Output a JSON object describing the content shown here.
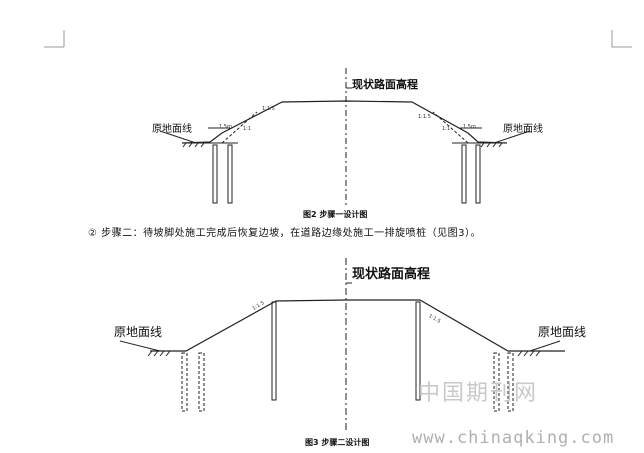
{
  "figure1": {
    "road_label": "现状路面高程",
    "ground_left": "原地面线",
    "ground_right": "原地面线",
    "slope_left": "1:1.5",
    "slope_right": "1:1.5",
    "dim_left": "1.5m",
    "dim_right": "1.5m",
    "ratio_left": "1:1",
    "ratio_right": "1:1",
    "caption": "图2  步骤一设计图"
  },
  "step2_text": "② 步骤二：待坡脚处施工完成后恢复边坡，在道路边缘处施工一排旋喷桩（见图3）。",
  "figure2": {
    "road_label": "现状路面高程",
    "ground_left": "原地面线",
    "ground_right": "原地面线",
    "slope_left": "1:1.5",
    "slope_right": "1:1.5",
    "caption": "图3  步骤二设计图"
  },
  "watermark": {
    "text": "中国期刊网",
    "url": "www.chinaqking.com"
  }
}
